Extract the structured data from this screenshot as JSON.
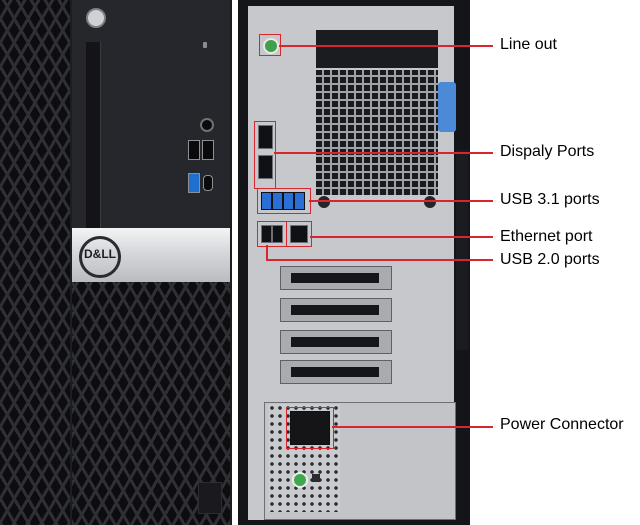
{
  "front": {
    "brand_logo": "D&LL"
  },
  "callouts": {
    "line_out": "Line out",
    "display_ports": "Dispaly Ports",
    "usb31": "USB 3.1 ports",
    "ethernet": "Ethernet port",
    "usb20": "USB 2.0 ports",
    "power": "Power Connector"
  },
  "colors": {
    "callout_red": "#d7262e",
    "usb3_blue": "#2a6fd3",
    "audio_green": "#3f9f4a"
  }
}
